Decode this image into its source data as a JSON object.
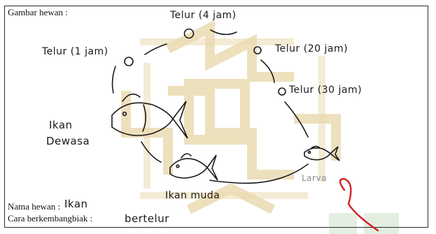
{
  "form": {
    "label_gambar": "Gambar hewan :",
    "label_nama": "Nama hewan :",
    "label_cara": "Cara berkembangbiak :"
  },
  "answers": {
    "nama": "Ikan",
    "cara": "bertelur"
  },
  "diagram": {
    "egg_top": "Telur (4 jam)",
    "egg_left": "Telur (1 jam)",
    "egg_right": "Telur (20 jam)",
    "egg_right_lower": "Telur (30 jam)",
    "adult_line1": "Ikan",
    "adult_line2": "Dewasa",
    "young": "Ikan muda",
    "larva": "Larva"
  },
  "colors": {
    "watermark": "#e8d6a6",
    "ink": "#1a1a1a",
    "grader_mark": "#d42020"
  }
}
